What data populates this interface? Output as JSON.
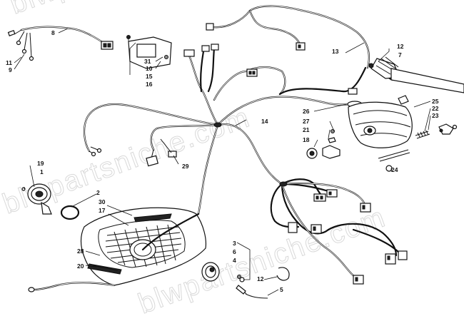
{
  "watermark": "blwpartsniche.com",
  "callouts": {
    "c1": "1",
    "c2": "2",
    "c3": "3",
    "c4": "4",
    "c5": "5",
    "c6": "6",
    "c7": "7",
    "c8": "8",
    "c9": "9",
    "c10": "10",
    "c11": "11",
    "c12a": "12",
    "c12b": "12",
    "c13": "13",
    "c14": "14",
    "c15": "15",
    "c16": "16",
    "c17": "17",
    "c18": "18",
    "c19": "19",
    "c20": "20",
    "c21": "21",
    "c22": "22",
    "c23": "23",
    "c24": "24",
    "c25": "25",
    "c26": "26",
    "c27": "27",
    "c28": "28",
    "c29": "29",
    "c30": "30",
    "c31": "31"
  }
}
